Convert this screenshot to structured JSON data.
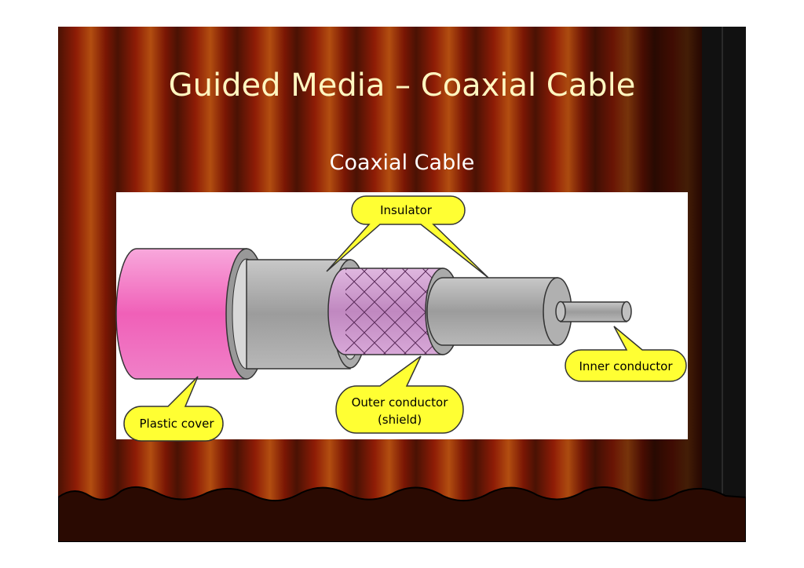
{
  "slide": {
    "title": "Guided Media – Coaxial Cable",
    "subtitle": "Coaxial Cable"
  },
  "diagram": {
    "labels": {
      "insulator": "Insulator",
      "plastic_cover": "Plastic cover",
      "outer_conductor_line1": "Outer conductor",
      "outer_conductor_line2": "(shield)",
      "inner_conductor": "Inner conductor"
    }
  },
  "colors": {
    "curtain_dark": "#3a0d04",
    "curtain_red": "#8a1a05",
    "curtain_orange": "#b04a0c",
    "title_text": "#fff6c0",
    "callout_fill": "#ffff33",
    "plastic_pink": "#f060b8",
    "shield_pink": "#c890c8",
    "cable_gray": "#a8a8a8"
  }
}
